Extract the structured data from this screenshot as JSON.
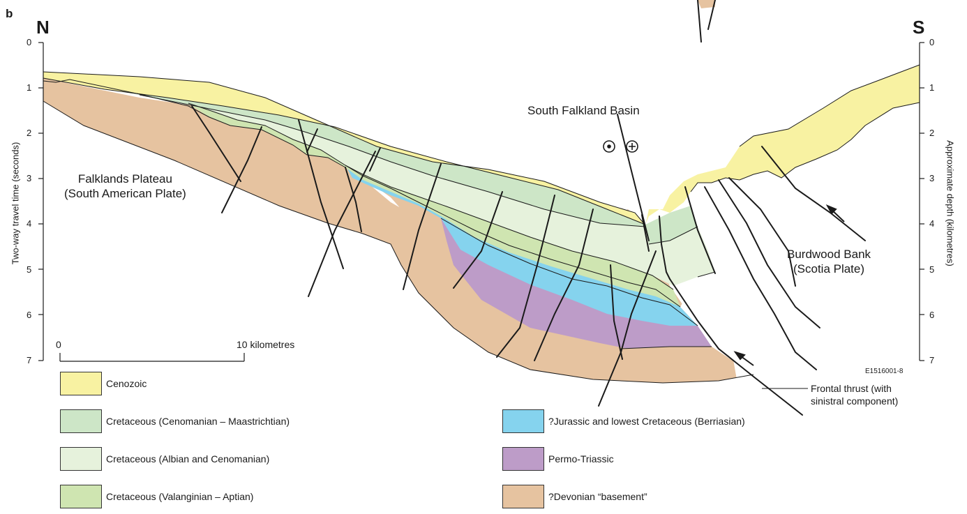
{
  "figure": {
    "panel_label": "b",
    "north_label": "N",
    "south_label": "S",
    "left_axis_title": "Two-way travel time (seconds)",
    "right_axis_title": "Approximate depth (kilometres)",
    "left_ticks": [
      "0",
      "1",
      "2",
      "3",
      "4",
      "5",
      "6",
      "7"
    ],
    "right_ticks": [
      "0",
      "1",
      "2",
      "3",
      "4",
      "5",
      "6",
      "7"
    ],
    "scale_bar": {
      "start": "0",
      "end": "10 kilometres"
    },
    "labels": {
      "falklands_plateau": [
        "Falklands Plateau",
        "(South American Plate)"
      ],
      "south_falkland_basin": "South Falkland Basin",
      "burdwood_bank": [
        "Burdwood Bank",
        "(Scotia Plate)"
      ],
      "frontal_thrust": [
        "Frontal thrust (with",
        "sinistral component)"
      ],
      "figure_code": "E1516001-8"
    },
    "strike_slip_symbols": [
      "out-of-page",
      "into-page"
    ]
  },
  "colors": {
    "cenozoic": "#f8f2a2",
    "cret_cen_maa": "#cde6c7",
    "cret_alb_cen": "#e6f2dc",
    "cret_val_apt": "#cfe5b1",
    "jurassic": "#85d3ee",
    "permo_triassic": "#bd9cc8",
    "basement": "#e6c3a0",
    "line": "#1a1a1a"
  },
  "legend": [
    {
      "key": "cenozoic",
      "label": "Cenozoic"
    },
    {
      "key": "cret_cen_maa",
      "label": "Cretaceous (Cenomanian – Maastrichtian)"
    },
    {
      "key": "cret_alb_cen",
      "label": "Cretaceous (Albian and Cenomanian)"
    },
    {
      "key": "cret_val_apt",
      "label": "Cretaceous (Valanginian – Aptian)"
    },
    {
      "key": "jurassic",
      "label": "?Jurassic and lowest Cretaceous (Berriasian)"
    },
    {
      "key": "permo_triassic",
      "label": "Permo-Triassic"
    },
    {
      "key": "basement",
      "label": "?Devonian “basement”"
    }
  ]
}
